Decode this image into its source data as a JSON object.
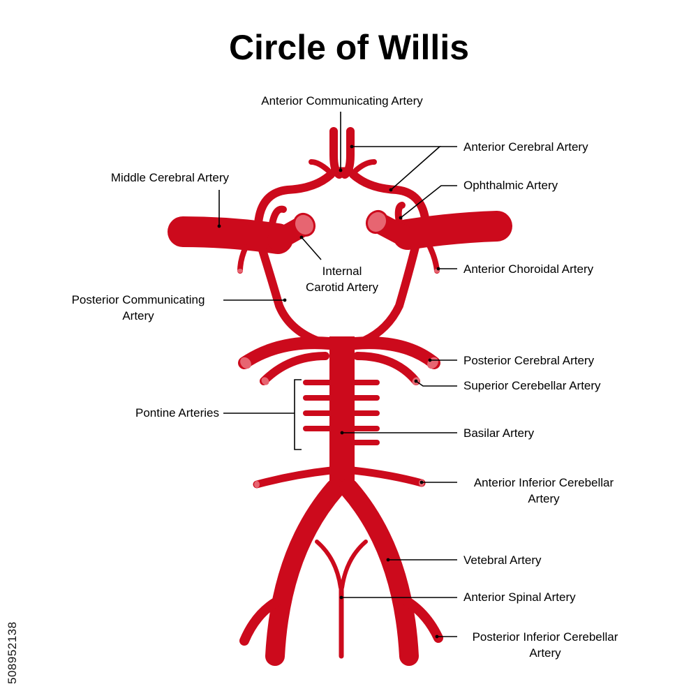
{
  "title": "Circle of Willis",
  "colors": {
    "artery": "#cc0a1c",
    "artery_lumen": "#e76571",
    "leader_line": "#000000",
    "background": "#ffffff"
  },
  "labels": {
    "anterior_communicating": "Anterior Communicating Artery",
    "anterior_cerebral": "Anterior Cerebral Artery",
    "middle_cerebral": "Middle Cerebral Artery",
    "ophthalmic": "Ophthalmic Artery",
    "internal_carotid_line1": "Internal",
    "internal_carotid_line2": "Carotid Artery",
    "anterior_choroidal": "Anterior Choroidal Artery",
    "posterior_communicating_line1": "Posterior Communicating",
    "posterior_communicating_line2": "Artery",
    "posterior_cerebral": "Posterior Cerebral Artery",
    "superior_cerebellar": "Superior Cerebellar Artery",
    "pontine": "Pontine Arteries",
    "basilar": "Basilar Artery",
    "anterior_inferior_cerebellar_line1": "Anterior Inferior Cerebellar",
    "anterior_inferior_cerebellar_line2": "Artery",
    "vertebral": "Vetebral Artery",
    "anterior_spinal": "Anterior Spinal Artery",
    "posterior_inferior_cerebellar_line1": "Posterior Inferior Cerebellar",
    "posterior_inferior_cerebellar_line2": "Artery"
  },
  "stock_id": "508952138"
}
